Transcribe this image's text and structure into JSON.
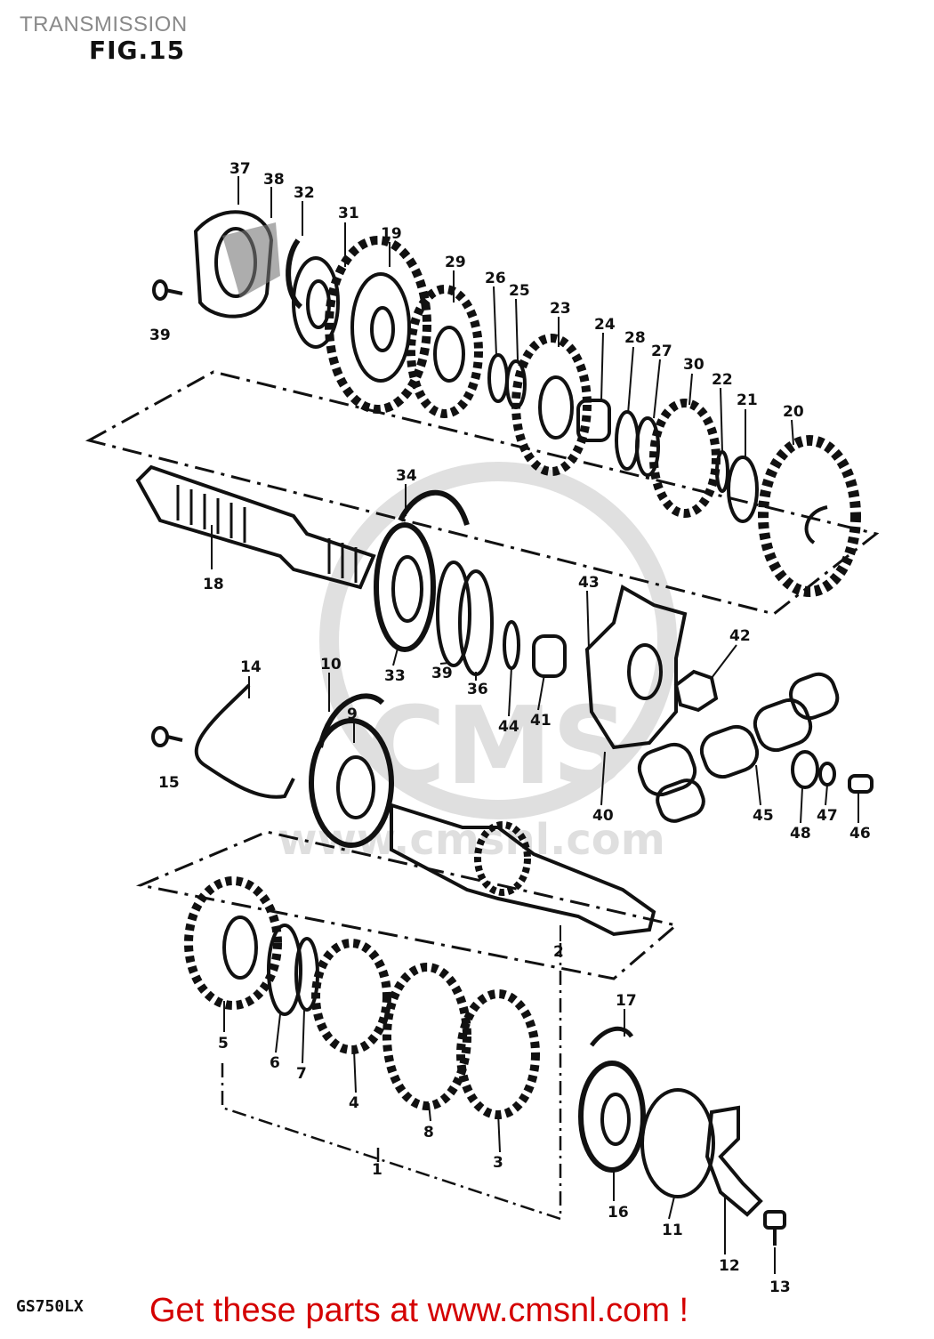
{
  "header": {
    "title": "TRANSMISSION",
    "figure": "FIG.15"
  },
  "model": "GS750LX",
  "footer": {
    "link_text": "Get these parts at www.cmsnl.com !"
  },
  "watermark": "CMS",
  "watermark_url": "www.cmsnl.com",
  "callouts": [
    "37",
    "38",
    "32",
    "31",
    "19",
    "29",
    "26",
    "25",
    "23",
    "24",
    "28",
    "27",
    "30",
    "22",
    "21",
    "20",
    "39",
    "18",
    "34",
    "33",
    "39",
    "36",
    "44",
    "41",
    "43",
    "42",
    "40",
    "45",
    "48",
    "47",
    "46",
    "14",
    "10",
    "9",
    "15",
    "2",
    "17",
    "5",
    "6",
    "7",
    "4",
    "8",
    "3",
    "1",
    "16",
    "11",
    "12",
    "13"
  ],
  "colors": {
    "footer": "#d40000",
    "title": "#8a8a8a",
    "ink": "#111111"
  }
}
